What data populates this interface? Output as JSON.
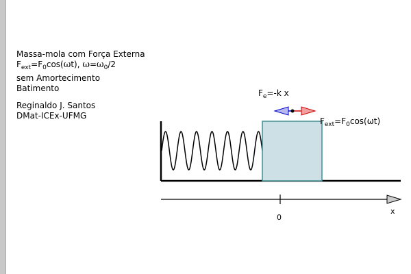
{
  "caption": {
    "line1": "Massa-mola com Força Externa",
    "force_symbol": "F",
    "force_sub": "ext",
    "eq_mid": "=F",
    "amp_sub": "0",
    "cos_part": "cos(",
    "omega": "ω",
    "t_close": "t), ",
    "omega2": "ω",
    "eq2": "=",
    "omega3": "ω",
    "omega0_sub": "0",
    "over2": "/2",
    "line3": "sem Amortecimento",
    "line4": "Batimento",
    "author": "Reginaldo J. Santos",
    "dept": "DMat-ICEx-UFMG"
  },
  "diagram": {
    "spring_force_label": {
      "F": "F",
      "sub": "e",
      "rest": "=-k x"
    },
    "external_force_label": {
      "F": "F",
      "sub": "ext",
      "eq": "=F",
      "amp_sub": "0",
      "rest": "cos(ωt)"
    },
    "axis_origin_label": "0",
    "axis_x_label": "x",
    "colors": {
      "mass_fill": "#cce0e5",
      "mass_stroke": "#3f8f93",
      "arrow_left": "#0000cc",
      "arrow_left_fill": "#b8b8f0",
      "arrow_right": "#cc0000",
      "arrow_right_fill": "#f2a0a0",
      "axis_arrow_fill": "#cccccc"
    }
  }
}
